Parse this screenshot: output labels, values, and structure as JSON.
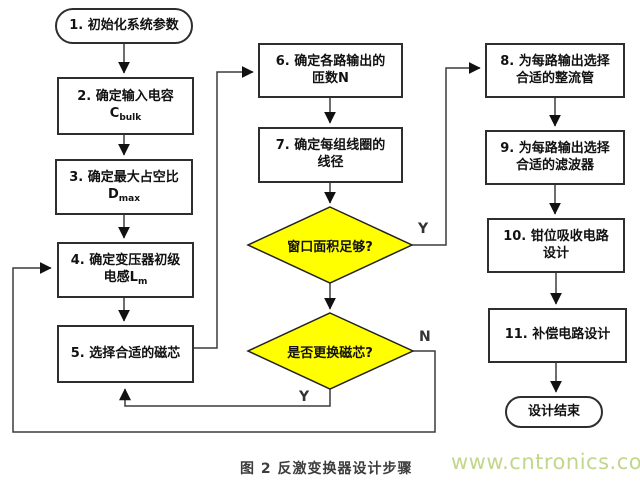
{
  "nodes": {
    "start": {
      "label": "1. 初始化系统参数"
    },
    "box2": {
      "line1": "2. 确定输入电容",
      "symbol": "C",
      "subscript": "bulk"
    },
    "box3": {
      "line1": "3. 确定最大占空比",
      "symbol": "D",
      "subscript": "max"
    },
    "box4": {
      "line1": "4. 确定变压器初级",
      "line2": "电感",
      "symbol": "L",
      "subscript": "m"
    },
    "box5": {
      "label": "5. 选择合适的磁芯"
    },
    "box6": {
      "line1": "6. 确定各路输出的",
      "line2": "匝数N"
    },
    "box7": {
      "line1": "7. 确定每组线圈的",
      "line2": "线径"
    },
    "decision1": {
      "label": "窗口面积足够?"
    },
    "decision2": {
      "label": "是否更换磁芯?"
    },
    "box8": {
      "line1": "8. 为每路输出选择",
      "line2": "合适的整流管"
    },
    "box9": {
      "line1": "9. 为每路输出选择",
      "line2": "合适的滤波器"
    },
    "box10": {
      "line1": "10. 钳位吸收电路",
      "line2": "设计"
    },
    "box11": {
      "label": "11. 补偿电路设计"
    },
    "end": {
      "label": "设计结束"
    }
  },
  "edge_labels": {
    "window_enough_yes": "Y",
    "change_core_no": "N",
    "change_core_yes": "Y"
  },
  "caption": {
    "figure": "图 2 反激变换器设计步骤"
  },
  "watermark": {
    "text": "www.cntronics.com"
  },
  "colors": {
    "decision_fill": "#ffff00",
    "watermark": "#c3d68b",
    "line": "#3c3c3c"
  }
}
